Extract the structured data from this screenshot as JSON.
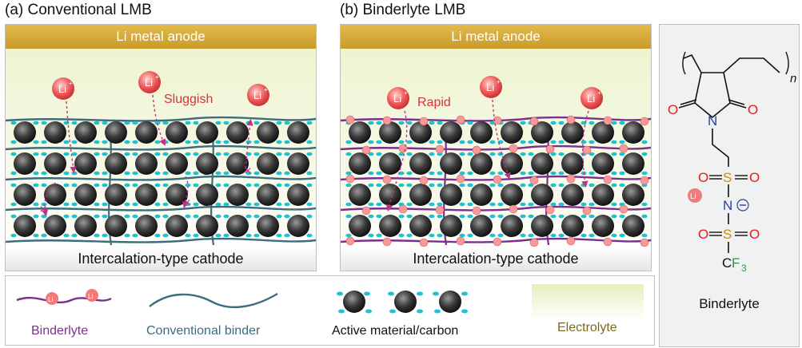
{
  "panel_a": {
    "title": "(a) Conventional LMB",
    "anode_label": "Li metal anode",
    "cathode_label": "Intercalation-type cathode",
    "annotation": "Sluggish",
    "li_ion_label": "Li"
  },
  "panel_b": {
    "title": "(b) Binderlyte LMB",
    "anode_label": "Li metal anode",
    "cathode_label": "Intercalation-type cathode",
    "annotation": "Rapid",
    "li_ion_label": "Li"
  },
  "structure": {
    "caption": "Binderlyte",
    "n_label": "n",
    "atom_O": "O",
    "atom_N": "N",
    "atom_S": "S",
    "atom_C": "C",
    "atom_F": "F",
    "subscript_3": "3",
    "li_label": "Li"
  },
  "legend": {
    "binderlyte": "Binderlyte",
    "conventional_binder": "Conventional binder",
    "active_material": "Active material/carbon",
    "electrolyte": "Electrolyte"
  },
  "colors": {
    "binderlyte": "#7b2f8e",
    "conventional_binder": "#3e6b80",
    "electrolyte_gradient_top": "#eef5cc",
    "anode": "#d7ab38",
    "li_ion": "#e64848",
    "carbon": "#1fc3cf",
    "electrolyte_label": "#7a6a1e"
  }
}
